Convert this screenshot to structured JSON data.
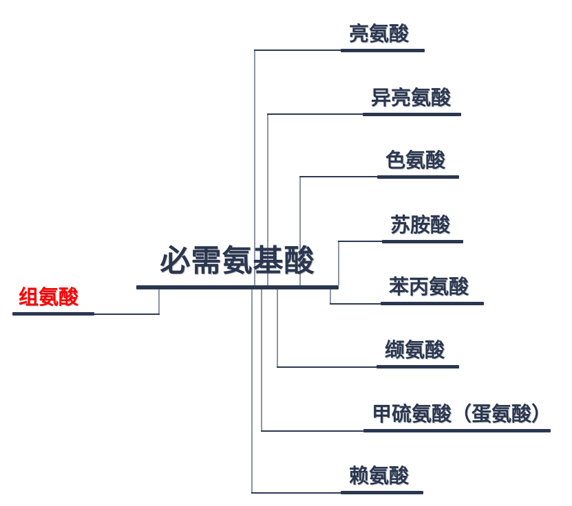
{
  "root": {
    "label": "必需氨基酸"
  },
  "left_branches": [
    {
      "id": "histidine",
      "label": "组氨酸",
      "color": "#fe0000"
    }
  ],
  "right_branches": [
    {
      "id": "leucine",
      "label": "亮氨酸"
    },
    {
      "id": "isoleucine",
      "label": "异亮氨酸"
    },
    {
      "id": "tryptophan",
      "label": "色氨酸"
    },
    {
      "id": "threonine",
      "label": "苏胺酸"
    },
    {
      "id": "phenylalanine",
      "label": "苯丙氨酸"
    },
    {
      "id": "valine",
      "label": "缬氨酸"
    },
    {
      "id": "methionine",
      "label": "甲硫氨酸（蛋氨酸）"
    },
    {
      "id": "lysine",
      "label": "赖氨酸"
    }
  ],
  "colors": {
    "branch_dark": "#2b3750",
    "connector_gray": "#8d93a4",
    "highlight_red": "#fe0000",
    "background": "#ffffff"
  }
}
